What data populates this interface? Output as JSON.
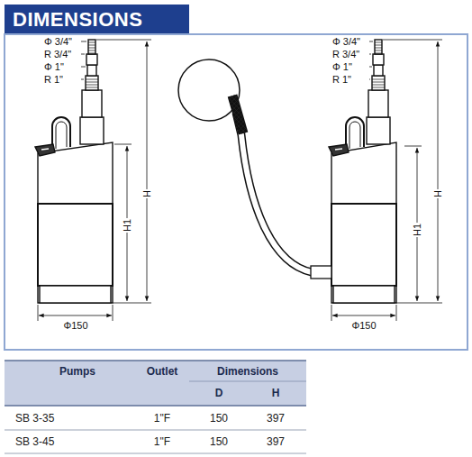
{
  "diagram": {
    "title": "DIMENSIONS",
    "labels": [
      "Φ 3/4\"",
      "R 3/4\"",
      "Φ 1\"",
      "R 1\"",
      "H1",
      "H",
      "Φ150",
      "Φ 3/4\"",
      "R 3/4\"",
      "Φ 1\"",
      "R 1\"",
      "H1",
      "H",
      "Φ150",
      "Pumps",
      "Outlet",
      "Dimensions",
      "D",
      "H",
      "SB 3-35",
      "1\"F",
      "150",
      "397",
      "SB 3-45",
      "1\"F",
      "150",
      "397"
    ]
  }
}
